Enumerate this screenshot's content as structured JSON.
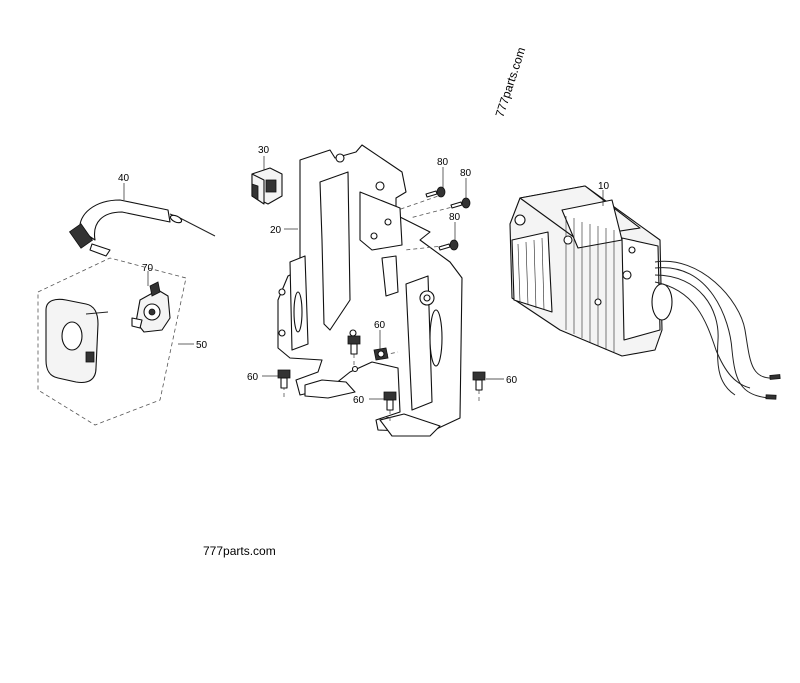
{
  "watermarks": {
    "top_rotated": "777parts.com",
    "bottom": "777parts.com"
  },
  "callouts": {
    "c10": "10",
    "c20": "20",
    "c30": "30",
    "c40": "40",
    "c50": "50",
    "c60a": "60",
    "c60b": "60",
    "c60c": "60",
    "c60d": "60",
    "c70": "70",
    "c80a": "80",
    "c80b": "80",
    "c80c": "80"
  }
}
